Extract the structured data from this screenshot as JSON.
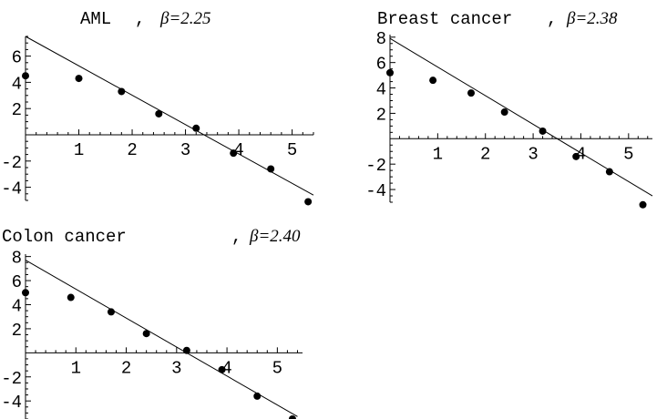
{
  "chart_data": [
    {
      "type": "scatter",
      "title": "AML , β=2.25",
      "title_name": "AML",
      "beta_label": "β=2.25",
      "xlim": [
        0,
        5.4
      ],
      "ylim": [
        -5,
        7.5
      ],
      "xticks": [
        1,
        2,
        3,
        4,
        5
      ],
      "xtick_labels": [
        "1",
        "2",
        "3",
        "4",
        "5"
      ],
      "yticks": [
        6,
        4,
        2,
        -2,
        -4
      ],
      "ytick_labels": [
        "6",
        "4",
        "2",
        "-2",
        "-4"
      ],
      "points": [
        [
          0,
          4.5
        ],
        [
          1,
          4.3
        ],
        [
          1.8,
          3.3
        ],
        [
          2.5,
          1.6
        ],
        [
          3.2,
          0.5
        ],
        [
          3.9,
          -1.4
        ],
        [
          4.6,
          -2.6
        ],
        [
          5.3,
          -5.1
        ]
      ],
      "fit_line": [
        [
          0,
          7.5
        ],
        [
          5.4,
          -4.6
        ]
      ],
      "grid": false
    },
    {
      "type": "scatter",
      "title": "Breast cancer , β=2.38",
      "title_name": "Breast cancer",
      "beta_label": "β=2.38",
      "xlim": [
        0,
        5.5
      ],
      "ylim": [
        -5,
        8.2
      ],
      "xticks": [
        1,
        2,
        3,
        4,
        5
      ],
      "xtick_labels": [
        "1",
        "2",
        "3",
        "4",
        "5"
      ],
      "yticks": [
        8,
        6,
        4,
        2,
        -2,
        -4
      ],
      "ytick_labels": [
        "8",
        "6",
        "4",
        "2",
        "-2",
        "-4"
      ],
      "points": [
        [
          0,
          5.2
        ],
        [
          0.9,
          4.6
        ],
        [
          1.7,
          3.6
        ],
        [
          2.4,
          2.1
        ],
        [
          3.2,
          0.6
        ],
        [
          3.9,
          -1.4
        ],
        [
          4.6,
          -2.6
        ],
        [
          5.3,
          -5.2
        ]
      ],
      "fit_line": [
        [
          0,
          7.9
        ],
        [
          5.5,
          -4.5
        ]
      ],
      "grid": false
    },
    {
      "type": "scatter",
      "title": "Colon cancer , β=2.40",
      "title_name": "Colon cancer",
      "beta_label": "β=2.40",
      "xlim": [
        0,
        5.5
      ],
      "ylim": [
        -5.5,
        8.2
      ],
      "xticks": [
        1,
        2,
        3,
        4,
        5
      ],
      "xtick_labels": [
        "1",
        "2",
        "3",
        "4",
        "5"
      ],
      "yticks": [
        8,
        6,
        4,
        2,
        -2,
        -4
      ],
      "ytick_labels": [
        "8",
        "6",
        "4",
        "2",
        "-2",
        "-4"
      ],
      "points": [
        [
          0,
          5.0
        ],
        [
          0.9,
          4.6
        ],
        [
          1.7,
          3.4
        ],
        [
          2.4,
          1.6
        ],
        [
          3.2,
          0.2
        ],
        [
          3.9,
          -1.4
        ],
        [
          4.6,
          -3.6
        ],
        [
          5.3,
          -5.5
        ]
      ],
      "fit_line": [
        [
          0,
          7.7
        ],
        [
          5.4,
          -5.3
        ]
      ],
      "grid": false
    }
  ]
}
